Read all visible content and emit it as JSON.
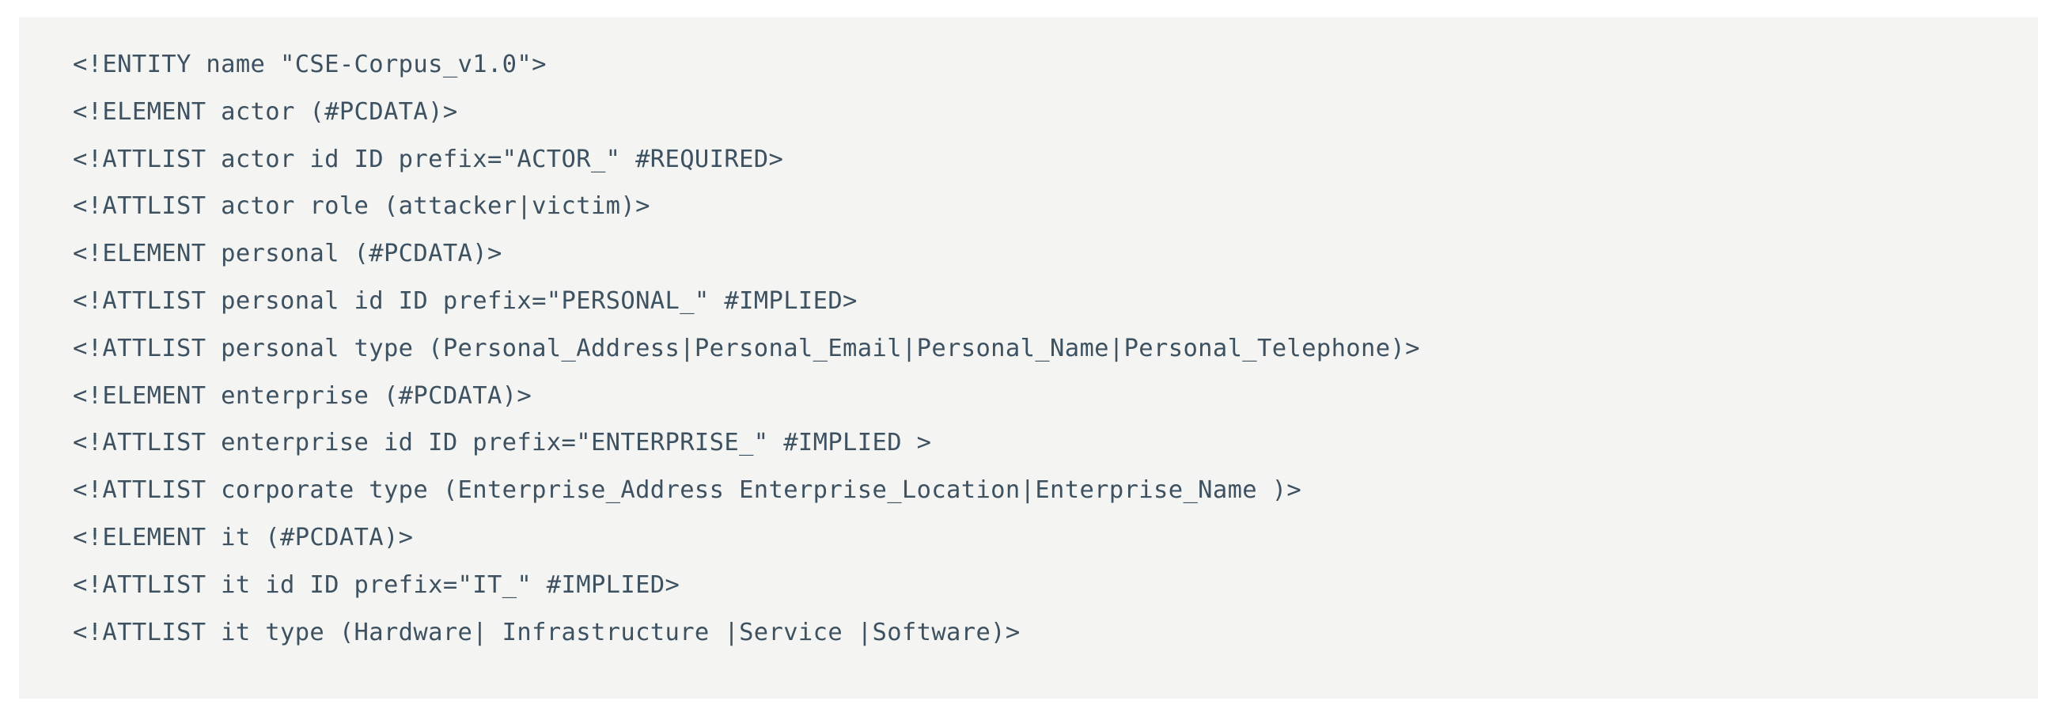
{
  "figure": {
    "kind": "code-block",
    "language": "dtd",
    "background_color": "#f4f5f3",
    "page_background_color": "#ffffff",
    "text_color": "#3d5160"
  },
  "code": {
    "lines": [
      "<!ENTITY name \"CSE-Corpus_v1.0\">",
      "<!ELEMENT actor (#PCDATA)>",
      "<!ATTLIST actor id ID prefix=\"ACTOR_\" #REQUIRED>",
      "<!ATTLIST actor role (attacker|victim)>",
      "<!ELEMENT personal (#PCDATA)>",
      "<!ATTLIST personal id ID prefix=\"PERSONAL_\" #IMPLIED>",
      "<!ATTLIST personal type (Personal_Address|Personal_Email|Personal_Name|Personal_Telephone)>",
      "<!ELEMENT enterprise (#PCDATA)>",
      "<!ATTLIST enterprise id ID prefix=\"ENTERPRISE_\" #IMPLIED >",
      "<!ATTLIST corporate type (Enterprise_Address Enterprise_Location|Enterprise_Name )>",
      "<!ELEMENT it (#PCDATA)>",
      "<!ATTLIST it id ID prefix=\"IT_\" #IMPLIED>",
      "<!ATTLIST it type (Hardware| Infrastructure |Service |Software)>"
    ]
  }
}
